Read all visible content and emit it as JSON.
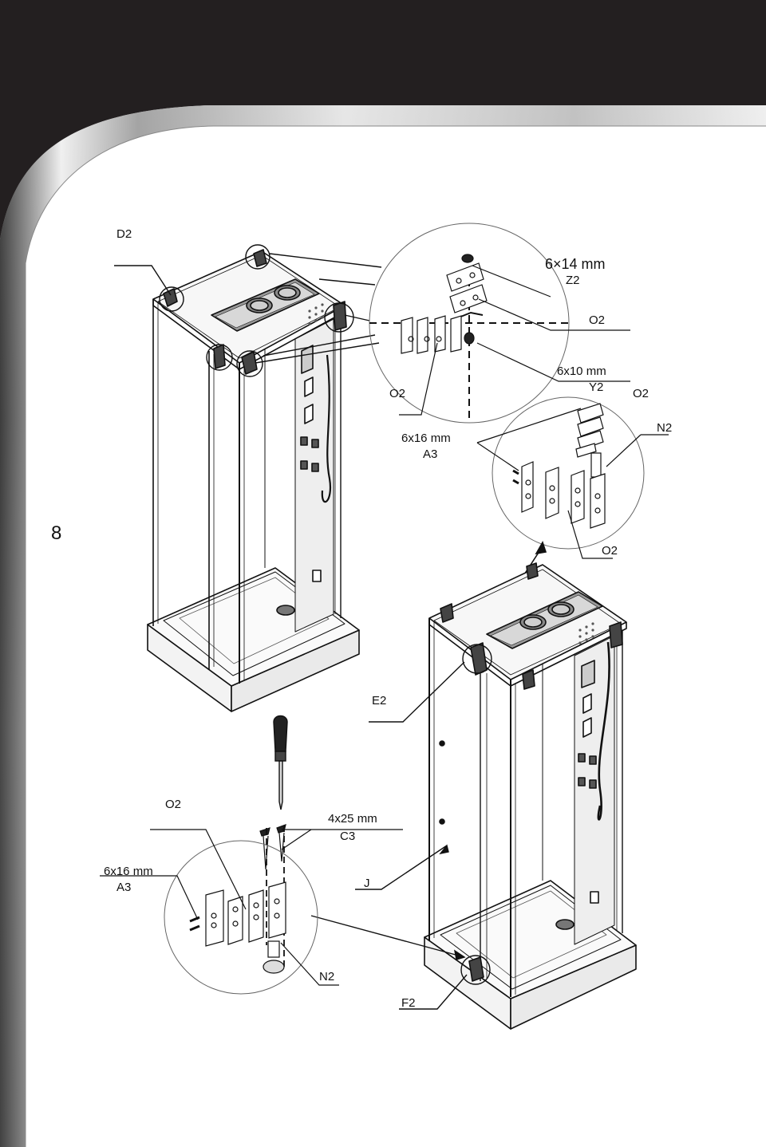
{
  "page_number": "8",
  "labels": {
    "d2": "D2",
    "z2_size": "6×14 mm",
    "z2": "Z2",
    "o2_top": "O2",
    "y2_size": "6x10 mm",
    "y2": "Y2",
    "o2_right": "O2",
    "o2_left_detail": "O2",
    "n2_top": "N2",
    "a3_size_top": "6x16 mm",
    "a3_top": "A3",
    "o2_lower_detail": "O2",
    "e2": "E2",
    "o2_bottom": "O2",
    "c3_size": "4x25 mm",
    "c3": "C3",
    "a3_size_bottom": "6x16 mm",
    "a3_bottom": "A3",
    "j": "J",
    "n2_bottom": "N2",
    "f2": "F2"
  }
}
